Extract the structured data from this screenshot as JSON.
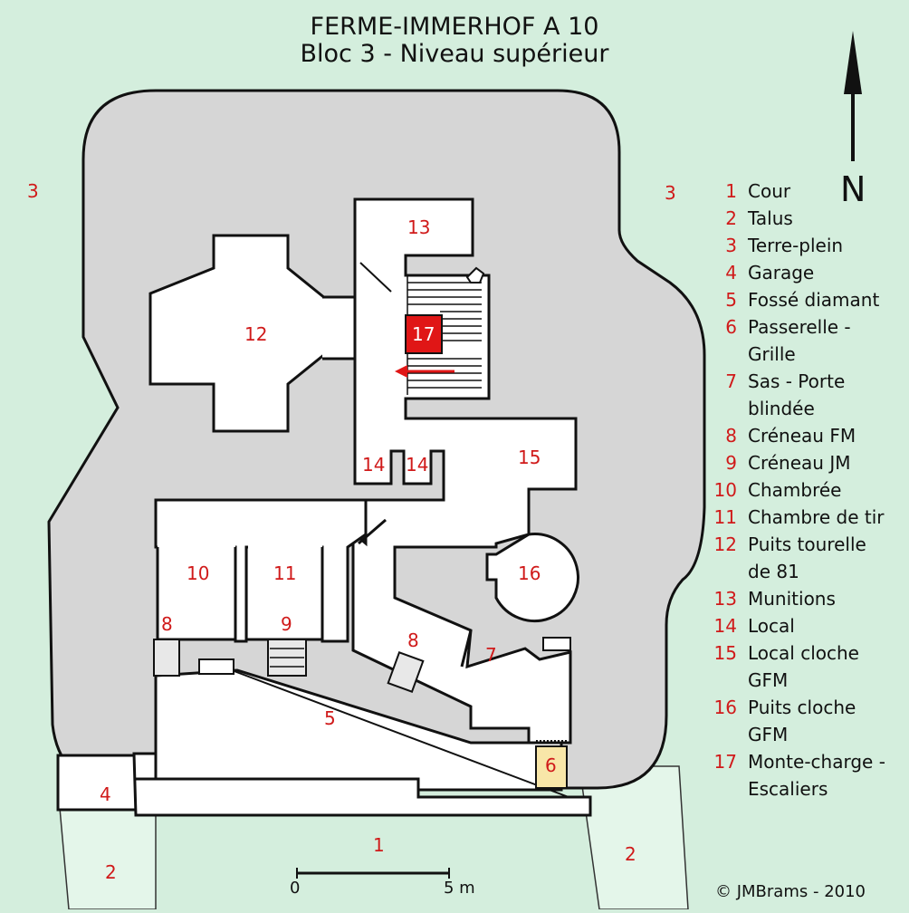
{
  "title": {
    "line1": "FERME-IMMERHOF A 10",
    "line2": "Bloc 3 - Niveau supérieur"
  },
  "north_label": "N",
  "legend": [
    {
      "num": "1",
      "lines": [
        "Cour"
      ]
    },
    {
      "num": "2",
      "lines": [
        "Talus"
      ]
    },
    {
      "num": "3",
      "lines": [
        "Terre-plein"
      ]
    },
    {
      "num": "4",
      "lines": [
        "Garage"
      ]
    },
    {
      "num": "5",
      "lines": [
        "Fossé diamant"
      ]
    },
    {
      "num": "6",
      "lines": [
        "Passerelle -",
        "Grille"
      ]
    },
    {
      "num": "7",
      "lines": [
        "Sas - Porte",
        "blindée"
      ]
    },
    {
      "num": "8",
      "lines": [
        "Créneau FM"
      ]
    },
    {
      "num": "9",
      "lines": [
        "Créneau JM"
      ]
    },
    {
      "num": "10",
      "lines": [
        "Chambrée"
      ]
    },
    {
      "num": "11",
      "lines": [
        "Chambre de tir"
      ]
    },
    {
      "num": "12",
      "lines": [
        "Puits tourelle",
        "de 81"
      ]
    },
    {
      "num": "13",
      "lines": [
        "Munitions"
      ]
    },
    {
      "num": "14",
      "lines": [
        "Local"
      ]
    },
    {
      "num": "15",
      "lines": [
        "Local cloche",
        "GFM"
      ]
    },
    {
      "num": "16",
      "lines": [
        "Puits cloche",
        "GFM"
      ]
    },
    {
      "num": "17",
      "lines": [
        "Monte-charge -",
        "Escaliers"
      ]
    }
  ],
  "plan_labels": {
    "l1": "1",
    "l2a": "2",
    "l2b": "2",
    "l3a": "3",
    "l3b": "3",
    "l4": "4",
    "l5": "5",
    "l6": "6",
    "l7": "7",
    "l8a": "8",
    "l8b": "8",
    "l9": "9",
    "l10": "10",
    "l11": "11",
    "l12": "12",
    "l13": "13",
    "l14a": "14",
    "l14b": "14",
    "l15": "15",
    "l16": "16",
    "l17": "17"
  },
  "scale": {
    "start": "0",
    "end": "5 m"
  },
  "copyright": "© JMBrams - 2010",
  "colors": {
    "background": "#d4eedd",
    "terreplein": "#d6d6d6",
    "rooms": "#ffffff",
    "highlight": "#e01616",
    "passerelle": "#f8e6a8",
    "labels": "#d01a1a"
  }
}
